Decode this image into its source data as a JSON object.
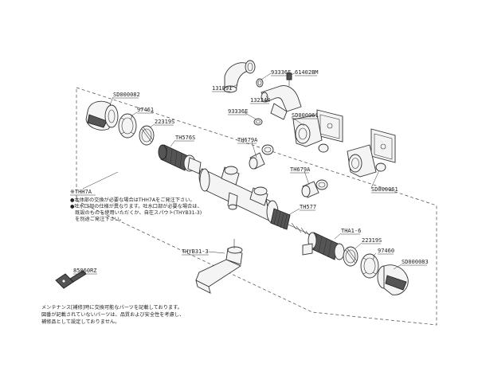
{
  "parts": [
    {
      "id": "part-131891",
      "label": "131891"
    },
    {
      "id": "part-93336e-top",
      "label": "93336E"
    },
    {
      "id": "part-61402bm",
      "label": "61402BM"
    },
    {
      "id": "part-132244",
      "label": "132244"
    },
    {
      "id": "part-93336e",
      "label": "93336E"
    },
    {
      "id": "part-sd000061-top",
      "label": "SD000061"
    },
    {
      "id": "part-th679a-left",
      "label": "TH679A"
    },
    {
      "id": "part-th679a-right",
      "label": "TH679A"
    },
    {
      "id": "part-sd000061-right",
      "label": "SD000061"
    },
    {
      "id": "part-sd000082",
      "label": "SD000082"
    },
    {
      "id": "part-97461",
      "label": "97461"
    },
    {
      "id": "part-22319s-left",
      "label": "22319S"
    },
    {
      "id": "part-th576s",
      "label": "TH576S"
    },
    {
      "id": "part-thh7a",
      "label": "※THH7A"
    },
    {
      "id": "part-th577",
      "label": "TH577"
    },
    {
      "id": "part-tha1-6",
      "label": "THA1-6"
    },
    {
      "id": "part-22319s-right",
      "label": "22319S"
    },
    {
      "id": "part-97460",
      "label": "97460"
    },
    {
      "id": "part-sd000083",
      "label": "SD000083"
    },
    {
      "id": "part-thyb31-3",
      "label": "THYB31-3"
    },
    {
      "id": "part-85060rz",
      "label": "85060RZ"
    }
  ],
  "body_note": [
    "●本体部の交換が必要な場合はTHH7Aをご発注下さい。",
    "●吐水口部の仕様が異なります。吐水口部が必要な場合は、",
    "　既設のものを使用いただくか、自在スパウト(THYB31-3)",
    "　を別途ご発注下さい。"
  ],
  "footer_note": [
    "メンテナンス[補修]時に交換可能なパーツを記載しております。",
    "図番が記載されていないパーツは、品質および安全性を考慮し、",
    "補修品として設定しておりません。"
  ]
}
